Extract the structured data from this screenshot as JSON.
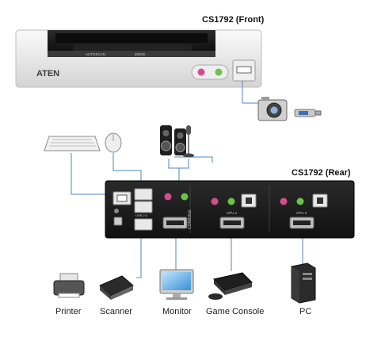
{
  "titles": {
    "front": "CS1792 (Front)",
    "rear": "CS1792 (Rear)"
  },
  "front_panel": {
    "autoscan_label": "AUTOSCAN",
    "mode_label": "MODE",
    "brand": "ATEN"
  },
  "rear_panel": {
    "console_label": "CONSOLE",
    "cpu1_label": "CPU 1",
    "cpu2_label": "CPU 2",
    "usb_label": "USB 2.0"
  },
  "devices": {
    "printer": "Printer",
    "scanner": "Scanner",
    "monitor": "Monitor",
    "game_console": "Game Console",
    "pc": "PC"
  },
  "colors": {
    "cable": "#4f86c6",
    "panel_dark": "#1c1c1c",
    "panel_silver": "#d9d9d9",
    "jack_pink": "#d24f8c",
    "jack_green": "#6cc24a"
  }
}
